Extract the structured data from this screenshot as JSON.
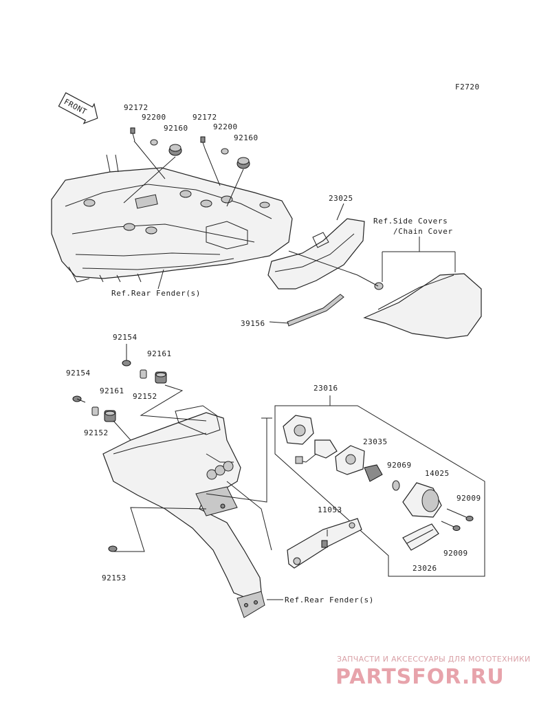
{
  "figure_code": "F2720",
  "front_arrow_label": "FRONT",
  "callouts": {
    "p92172_a": "92172",
    "p92200_a": "92200",
    "p92160_a": "92160",
    "p92172_b": "92172",
    "p92200_b": "92200",
    "p92160_b": "92160",
    "p23025": "23025",
    "ref_side_covers_1": "Ref.Side Covers",
    "ref_side_covers_2": "/Chain Cover",
    "ref_rear_fender_top": "Ref.Rear Fender(s)",
    "p39156": "39156",
    "p92154_a": "92154",
    "p92161_a": "92161",
    "p92154_b": "92154",
    "p92161_b": "92161",
    "p92152_a": "92152",
    "p92152_b": "92152",
    "p23016": "23016",
    "p23035": "23035",
    "p92069": "92069",
    "p14025": "14025",
    "p92009_a": "92009",
    "p92009_b": "92009",
    "p11053": "11053",
    "p23026": "23026",
    "p92153": "92153",
    "ref_rear_fender_bottom": "Ref.Rear Fender(s)"
  },
  "watermark": {
    "top_line": "ЗАПЧАСТИ И АКСЕССУАРЫ ДЛЯ МОТОТЕХНИКИ",
    "brand": "PARTSFOR.RU"
  }
}
